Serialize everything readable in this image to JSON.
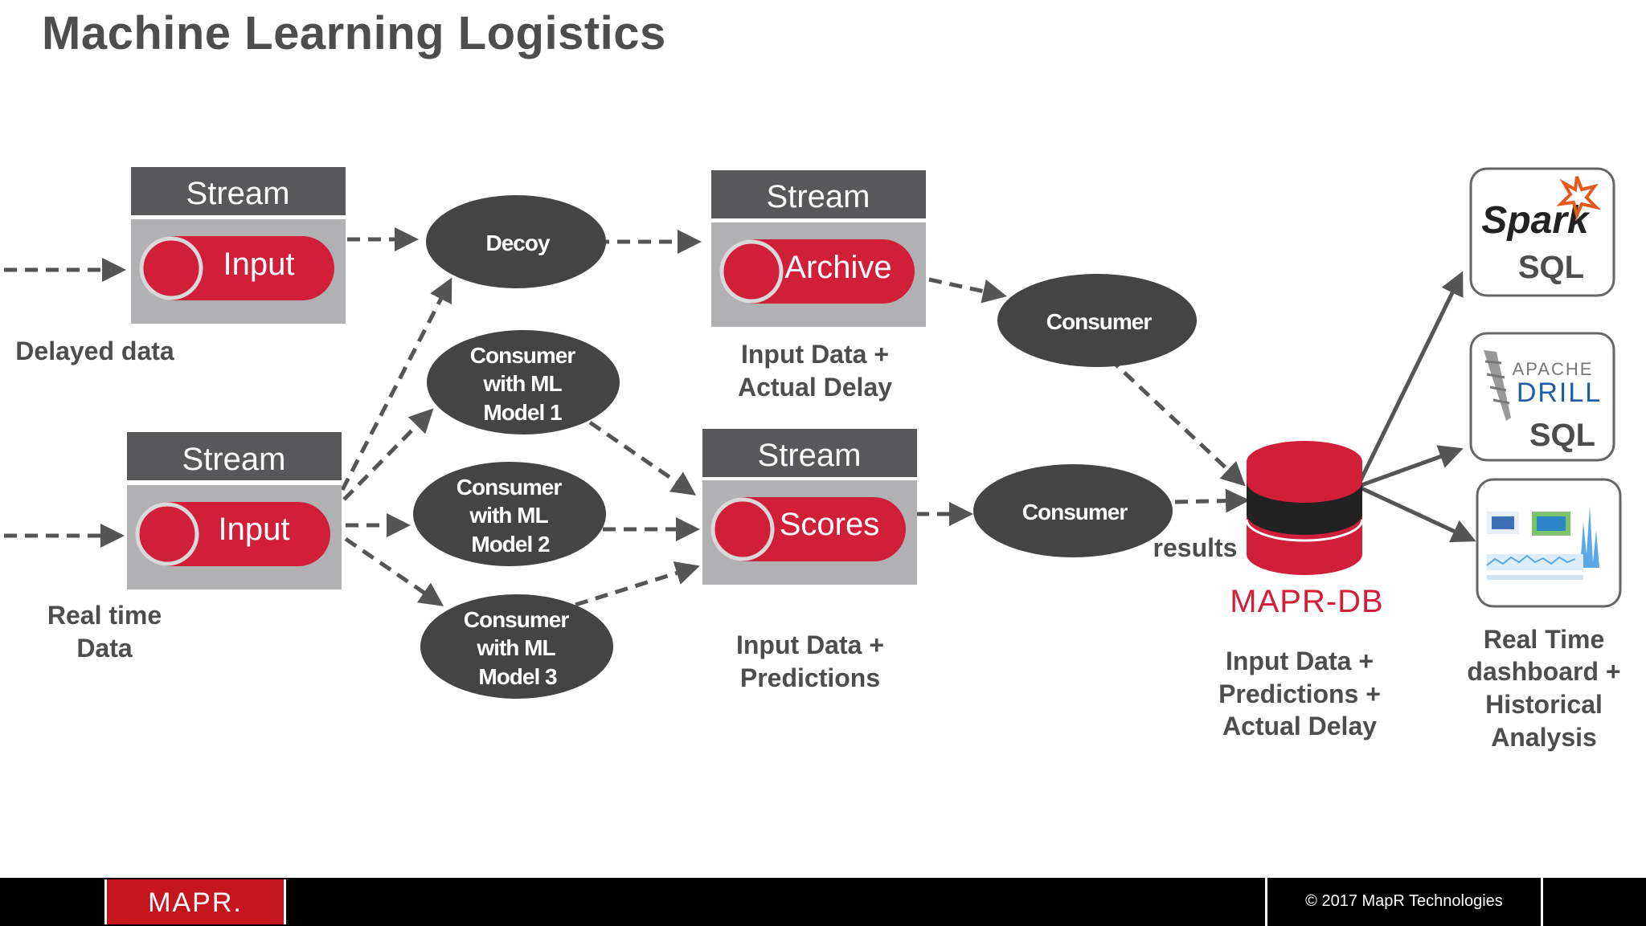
{
  "slide_title": "Machine Learning Logistics",
  "streams": [
    {
      "id": "stream-input-delayed",
      "header": "Stream",
      "topic": "Input",
      "caption": [
        "Delayed data"
      ]
    },
    {
      "id": "stream-input-realtime",
      "header": "Stream",
      "topic": "Input",
      "caption": [
        "Real time",
        "Data"
      ]
    },
    {
      "id": "stream-archive",
      "header": "Stream",
      "topic": "Archive",
      "caption": [
        "Input Data +",
        "Actual Delay"
      ]
    },
    {
      "id": "stream-scores",
      "header": "Stream",
      "topic": "Scores",
      "caption": [
        "Input Data +",
        "Predictions"
      ]
    }
  ],
  "consumers": [
    {
      "id": "decoy",
      "lines": [
        "Decoy"
      ]
    },
    {
      "id": "model-1",
      "lines": [
        "Consumer",
        "with ML",
        "Model  1"
      ]
    },
    {
      "id": "model-2",
      "lines": [
        "Consumer",
        "with ML",
        "Model  2"
      ]
    },
    {
      "id": "model-3",
      "lines": [
        "Consumer",
        "with ML",
        "Model  3"
      ]
    },
    {
      "id": "consumer-archive",
      "lines": [
        "Consumer"
      ]
    },
    {
      "id": "consumer-scores",
      "lines": [
        "Consumer"
      ]
    }
  ],
  "database": {
    "brand": "MAPR-DB",
    "edge_label": "results",
    "caption": [
      "Input Data +",
      "Predictions +",
      "Actual Delay"
    ]
  },
  "tools": {
    "spark": {
      "logo": "Spark",
      "label": "SQL"
    },
    "drill": {
      "logo_top": "APACHE",
      "logo_main": "DRILL",
      "label": "SQL"
    },
    "dashboard": {
      "caption": [
        "Real Time",
        "dashboard +",
        "Historical",
        "Analysis"
      ]
    }
  },
  "footer": {
    "logo": "MAPR.",
    "copyright": "© 2017 MapR Technologies"
  },
  "colors": {
    "brand_red": "#d11f3a",
    "header_gray": "#58585a",
    "panel_gray": "#b1b1b3",
    "ellipse_gray": "#444444",
    "text_gray": "#4d4d4d"
  }
}
